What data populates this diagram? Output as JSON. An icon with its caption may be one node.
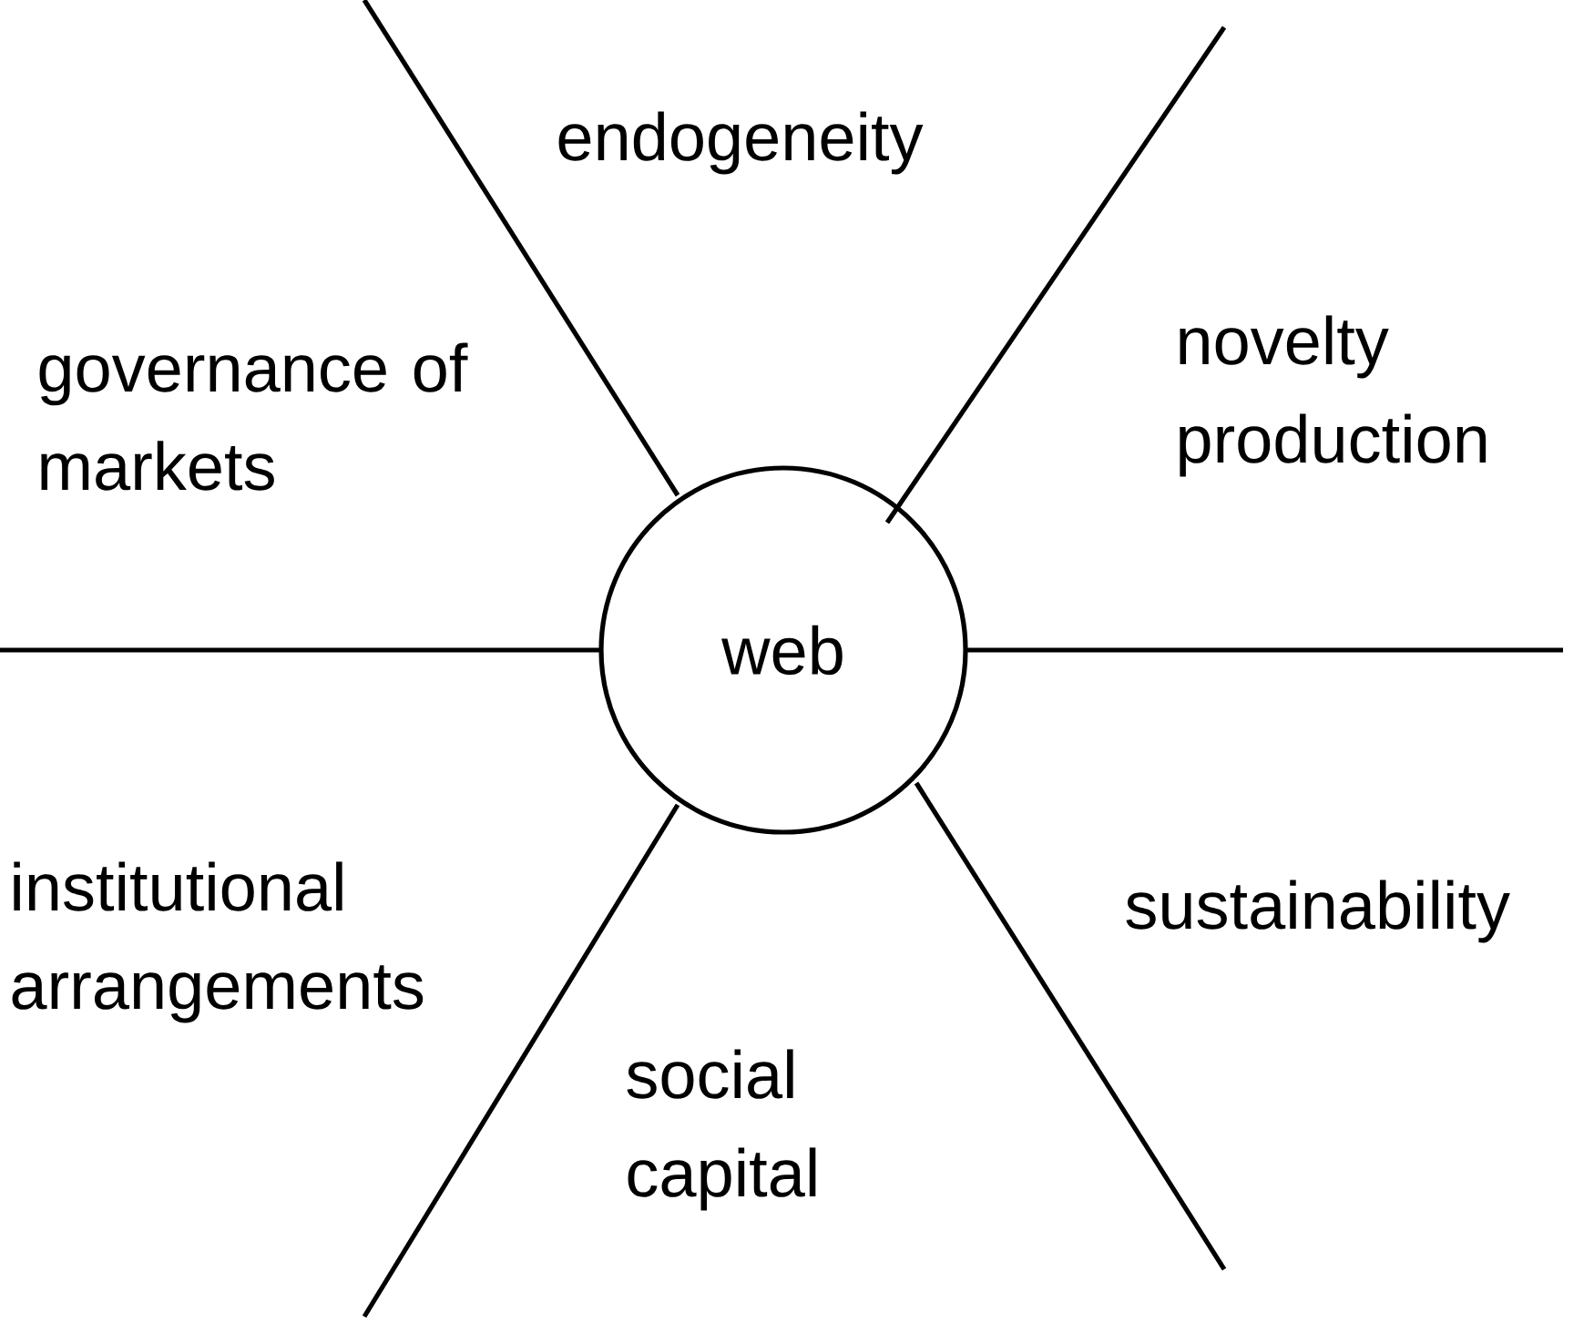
{
  "diagram": {
    "nodes": [
      {
        "text": [
          "web"
        ]
      }
    ],
    "labels": [
      "endogeneity",
      "governance of markets",
      "novelty production",
      "institutional arrangements",
      "social capital",
      "sustainability"
    ]
  }
}
